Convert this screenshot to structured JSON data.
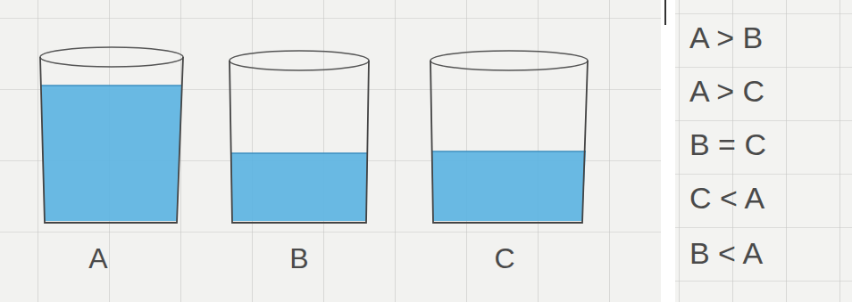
{
  "diagram": {
    "labels": [
      "A",
      "B",
      "C",
      "A > B",
      "A > C",
      "B = C",
      "C < A",
      "B < A"
    ]
  }
}
